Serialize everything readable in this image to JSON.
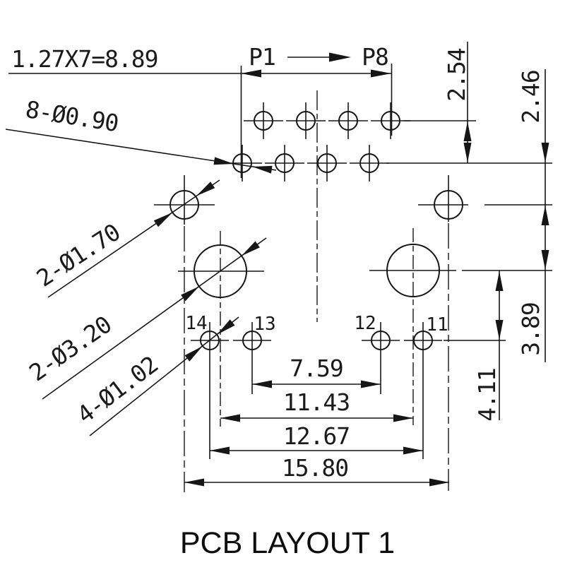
{
  "drawing_title": "PCB LAYOUT 1",
  "top": {
    "pitch_label": "1.27X7=8.89",
    "pin_start": "P1",
    "pin_end": "P8",
    "pins_note": "8-Ø0.90"
  },
  "left_notes": {
    "side_holes": "2-Ø1.70",
    "big_holes": "2-Ø3.20",
    "small_holes": "4-Ø1.02"
  },
  "vertical_dims": {
    "row_pitch": "2.54",
    "row_to_side_hole": "2.46",
    "side_to_big_hole": "3.89",
    "big_to_small_hole": "4.11"
  },
  "horizontal_dims": {
    "inner_holes": "7.59",
    "big_holes": "11.43",
    "small_holes": "12.67",
    "side_holes": "15.80"
  },
  "hole_numbers": [
    "14",
    "13",
    "12",
    "11"
  ],
  "colors": {
    "line": "#161616",
    "background": "#ffffff"
  }
}
